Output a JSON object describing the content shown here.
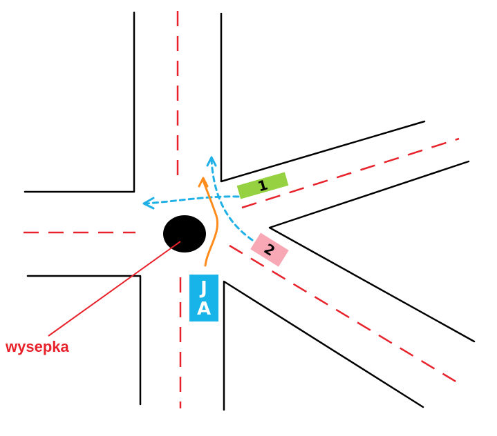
{
  "colors": {
    "road_edge": "#000000",
    "lane_line": "#e8222b",
    "my_route": "#ff8c1a",
    "other_route": "#1fb0e6",
    "car_1": "#95d140",
    "car_2": "#f7a8b4",
    "my_car": "#16b4e8",
    "my_car_text": "#ffffff",
    "island": "#000000",
    "label": "#e8222b"
  },
  "cars": {
    "car_1": {
      "label": "1"
    },
    "car_2": {
      "label": "2"
    },
    "my_car": {
      "label_line_1": "J",
      "label_line_2": "A"
    }
  },
  "island": {
    "label": "wysepka"
  }
}
